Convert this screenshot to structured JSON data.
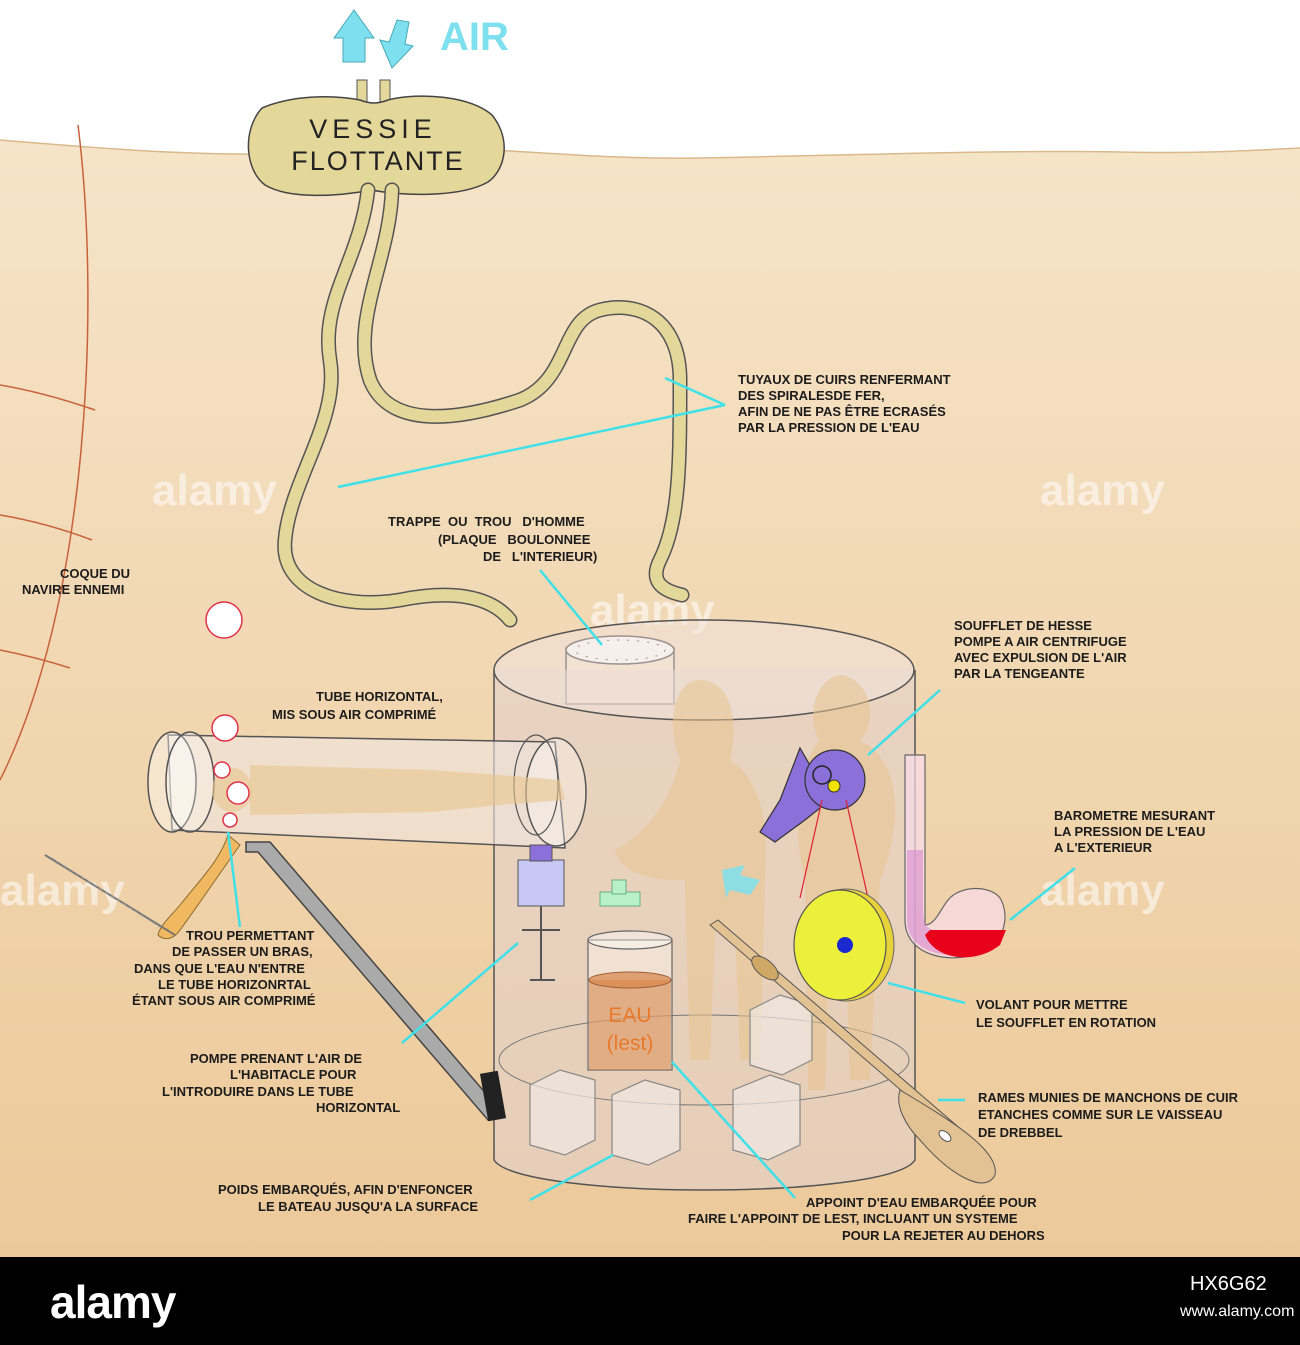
{
  "air_label": "AIR",
  "bladder": {
    "line1": "VESSIE",
    "line2": "FLOTTANTE"
  },
  "tank_label": {
    "line1": "EAU",
    "line2": "(lest)"
  },
  "labels": {
    "hoses": [
      "TUYAUX DE CUIRS RENFERMANT",
      "DES SPIRALESDE FER,",
      "AFIN DE NE PAS ÊTRE ECRASÉS",
      "PAR LA PRESSION DE L'EAU"
    ],
    "hatch": [
      "TRAPPE  OU  TROU   D'HOMME",
      "(PLAQUE   BOULONNEE",
      "DE   L'INTERIEUR)"
    ],
    "hull": [
      "COQUE DU",
      "NAVIRE ENNEMI"
    ],
    "tube": [
      "TUBE HORIZONTAL,",
      "MIS SOUS AIR COMPRIMÉ"
    ],
    "bellows": [
      "SOUFFLET DE HESSE",
      "POMPE A AIR CENTRIFUGE",
      "AVEC EXPULSION DE L'AIR",
      "PAR LA TENGEANTE"
    ],
    "barometer": [
      "BAROMETRE MESURANT",
      "LA PRESSION DE L'EAU",
      "A L'EXTERIEUR"
    ],
    "armhole": [
      "TROU PERMETTANT",
      "DE PASSER UN BRAS,",
      "DANS QUE L'EAU N'ENTRE",
      "LE TUBE HORIZONRTAL",
      "ÉTANT SOUS AIR COMPRIMÉ"
    ],
    "wheel": [
      "VOLANT POUR METTRE",
      "LE SOUFFLET EN ROTATION"
    ],
    "pump": [
      "POMPE PRENANT L'AIR DE",
      "L'HABITACLE POUR",
      "L'INTRODUIRE  DANS LE TUBE",
      "HORIZONTAL"
    ],
    "oars": [
      "RAMES MUNIES DE MANCHONS DE CUIR",
      "ETANCHES COMME SUR LE VAISSEAU",
      "DE DREBBEL"
    ],
    "weights": [
      "POIDS EMBARQUÉS, AFIN D'ENFONCER",
      "LE BATEAU JUSQU'A LA SURFACE"
    ],
    "ballast": [
      "APPOINT D'EAU EMBARQUÉE POUR",
      "FAIRE L'APPOINT DE LEST, INCLUANT UN SYSTEME",
      "POUR LA REJETER AU DEHORS"
    ]
  },
  "watermark": "alamy",
  "footer": {
    "logo": "alamy",
    "image_id": "HX6G62",
    "site": "www.alamy.com"
  },
  "colors": {
    "water": "#f2dcbc",
    "sky": "#ffffff",
    "air": "#7ee0ee",
    "hose": "#e4d79a",
    "leader": "#3fe0e8",
    "hull_line": "#c8623a",
    "bellows": "#8a70d8",
    "wheel": "#e8ee3a",
    "barometer_fluid": "#e8001a"
  }
}
